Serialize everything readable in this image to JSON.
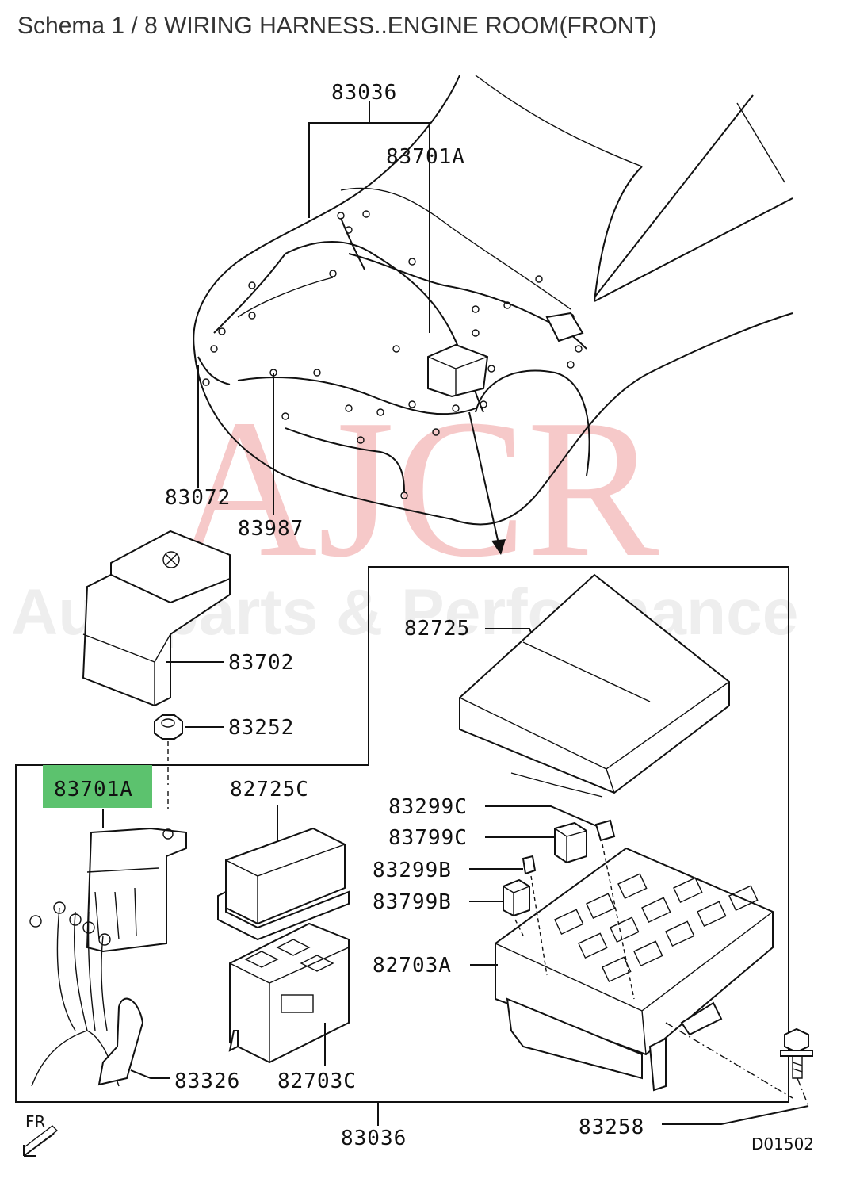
{
  "header": {
    "title": "Schema 1 / 8 WIRING HARNESS..ENGINE ROOM(FRONT)"
  },
  "watermark": {
    "main": "AJCR",
    "sub": "Autoparts & Performance",
    "main_color": "#e04040"
  },
  "diagram": {
    "code": "D01502",
    "direction": "FR",
    "highlight_color": "#5cc26e",
    "labels": {
      "l83036_top": "83036",
      "l83701A_top": "83701A",
      "l83072": "83072",
      "l83987": "83987",
      "l82725": "82725",
      "l83702": "83702",
      "l83252": "83252",
      "l83701A_hl": "83701A",
      "l82725C": "82725C",
      "l83299C": "83299C",
      "l83799C": "83799C",
      "l83299B": "83299B",
      "l83799B": "83799B",
      "l82703A": "82703A",
      "l83326": "83326",
      "l82703C": "82703C",
      "l83036_bottom": "83036",
      "l83258": "83258"
    }
  }
}
